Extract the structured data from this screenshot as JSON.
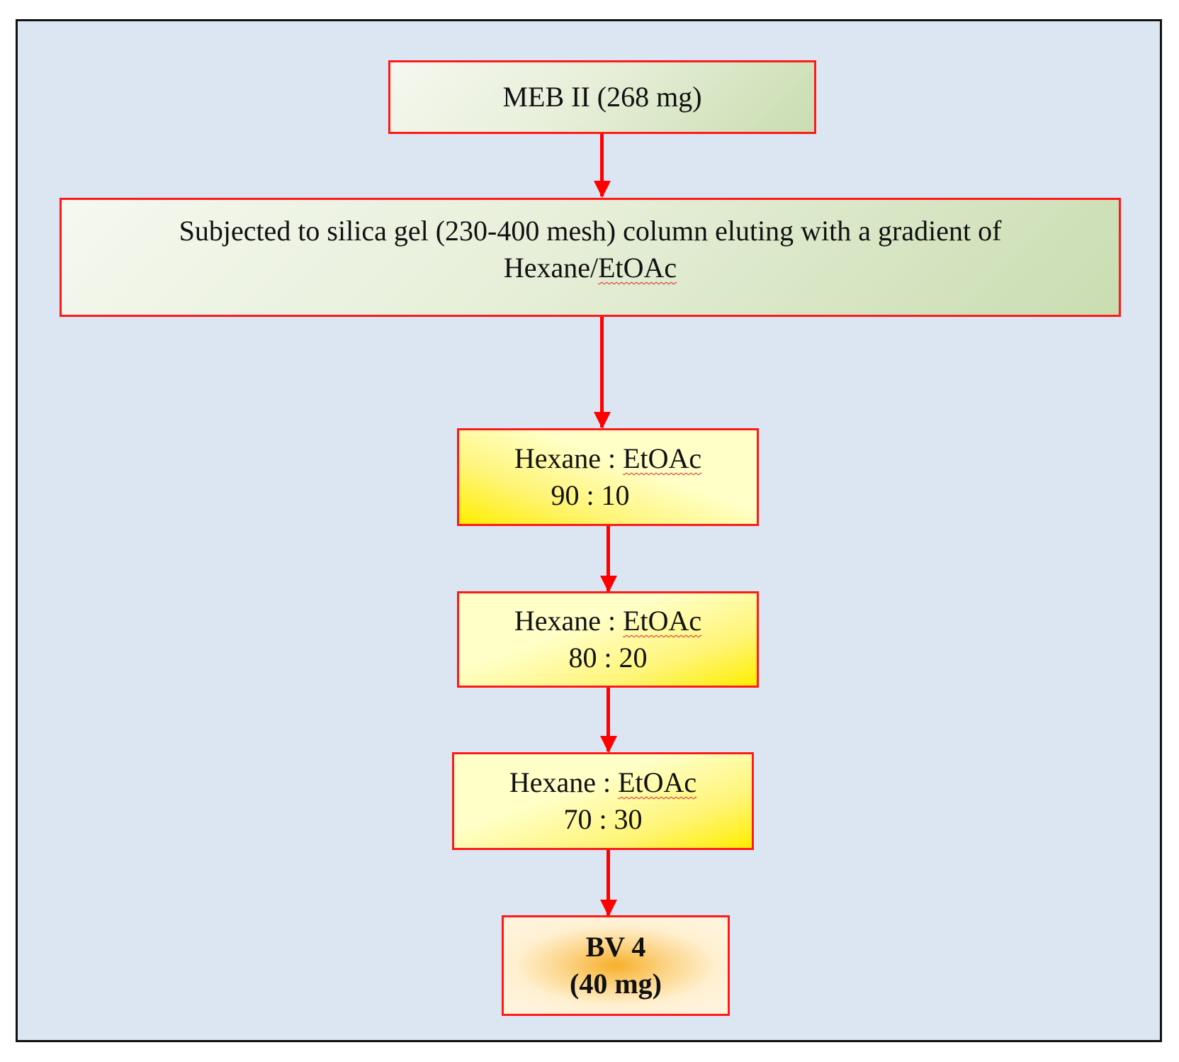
{
  "nodes": {
    "start": {
      "text": "MEB II (268 mg)"
    },
    "column": {
      "line1": "Subjected to silica  gel  (230-400 mesh) column eluting  with a gradient  of",
      "line2_prefix": "Hexane/",
      "line2_term": "EtOAc"
    },
    "elution1": {
      "solvent": "Hexane : ",
      "solvent_term": "EtOAc",
      "ratio": "90 : 10"
    },
    "elution2": {
      "solvent": "Hexane : ",
      "solvent_term": "EtOAc",
      "ratio": "80 : 20"
    },
    "elution3": {
      "solvent": "Hexane : ",
      "solvent_term": "EtOAc",
      "ratio": "70 : 30"
    },
    "result": {
      "name": "BV 4",
      "mass": "(40 mg)"
    }
  },
  "colors": {
    "background": "#dbe6f2",
    "border": "#ff1a1a",
    "arrow": "#ff0000",
    "start_fill": "#e7efd9",
    "elution_fill": "#ffffc8",
    "result_fill": "#f7b02a"
  }
}
